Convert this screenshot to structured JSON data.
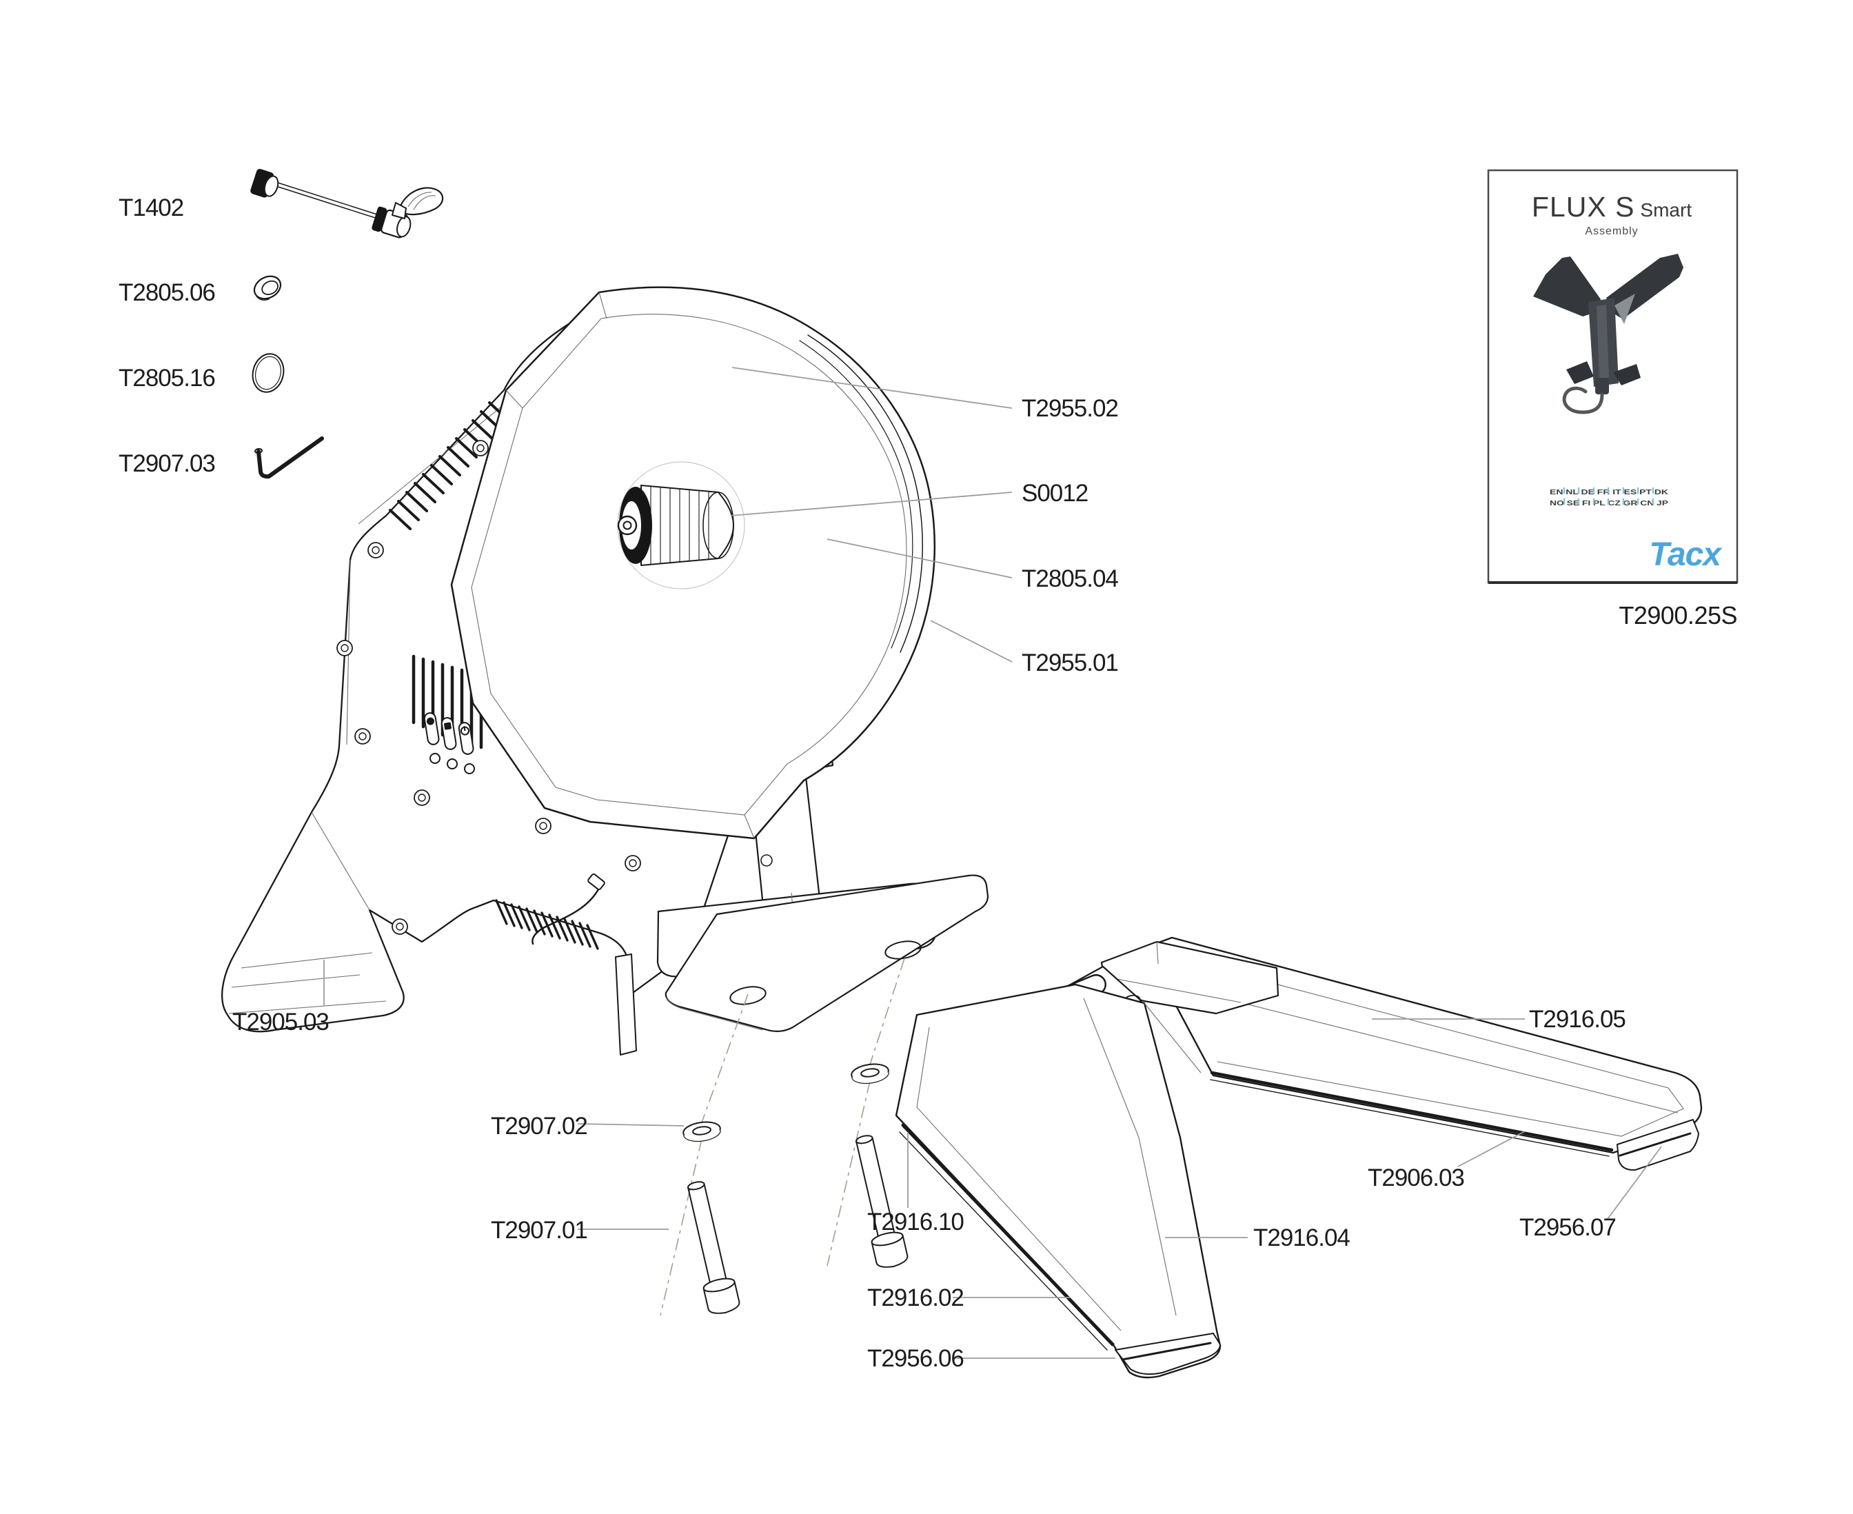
{
  "parts": [
    {
      "code": "T1402"
    },
    {
      "code": "T2805.06"
    },
    {
      "code": "T2805.16"
    },
    {
      "code": "T2907.03"
    },
    {
      "code": "T2955.02"
    },
    {
      "code": "S0012"
    },
    {
      "code": "T2805.04"
    },
    {
      "code": "T2955.01"
    },
    {
      "code": "T2905.03"
    },
    {
      "code": "T2907.02"
    },
    {
      "code": "T2907.01"
    },
    {
      "code": "T2916.10"
    },
    {
      "code": "T2916.02"
    },
    {
      "code": "T2956.06"
    },
    {
      "code": "T2916.04"
    },
    {
      "code": "T2906.03"
    },
    {
      "code": "T2956.07"
    },
    {
      "code": "T2916.05"
    }
  ],
  "manual": {
    "title": "FLUX S",
    "title_suffix": "Smart",
    "subtitle": "Assembly",
    "languages_row1": "EN NL DE FR IT ES PT DK",
    "languages_row2": "NO SE FI PL CZ GR CN JP",
    "brand": "Tacx",
    "brand_color": "#4BA7DB",
    "code": "T2900.25S"
  },
  "colors": {
    "line_ink": "#1a1a1a",
    "leader_gray": "#9c9c9c",
    "brand_blue": "#4BA7DB"
  }
}
